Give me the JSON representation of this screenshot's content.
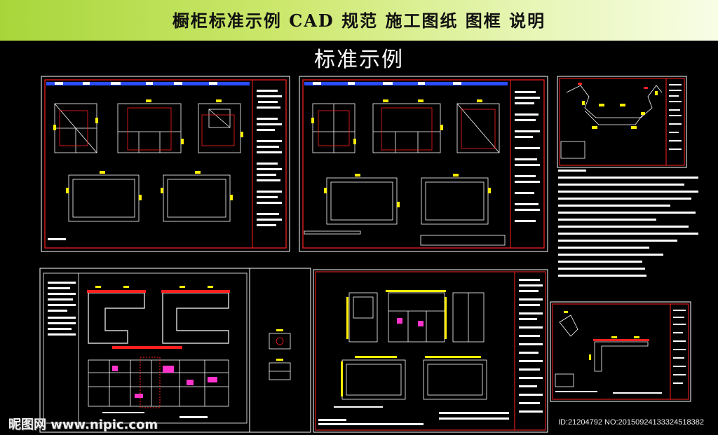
{
  "banner": {
    "title": "橱柜标准示例 CAD 规范 施工图纸 图框 说明",
    "background_start": "#a8d63a",
    "background_end": "#f8fde6"
  },
  "main_title": "标准示例",
  "canvas": {
    "background": "#000000"
  },
  "sheets": [
    {
      "name": "sheet-1",
      "frame_color": "#ff2020",
      "content": "elevations-and-plans"
    },
    {
      "name": "sheet-2",
      "frame_color": "#ff2020",
      "content": "elevations-and-plans"
    },
    {
      "name": "sheet-3",
      "frame_color": "#ff2020",
      "content": "u-shaped-plan"
    },
    {
      "name": "sheet-4",
      "frame_color": "#ffffff",
      "content": "layout-with-elevation"
    },
    {
      "name": "sheet-5",
      "frame_color": "#ff2020",
      "content": "elevations-and-plans"
    },
    {
      "name": "sheet-6",
      "frame_color": "#ff2020",
      "content": "l-shaped-plan"
    }
  ],
  "colors": {
    "frame": "#ff2020",
    "title_bar": "#2a4cff",
    "dimension": "#ffee00",
    "line": "#ffffff",
    "accent": "#ff33cc"
  },
  "watermark": "昵图网 www.nipic.com",
  "image_id": "ID:21204792 NO:20150924133324518382"
}
